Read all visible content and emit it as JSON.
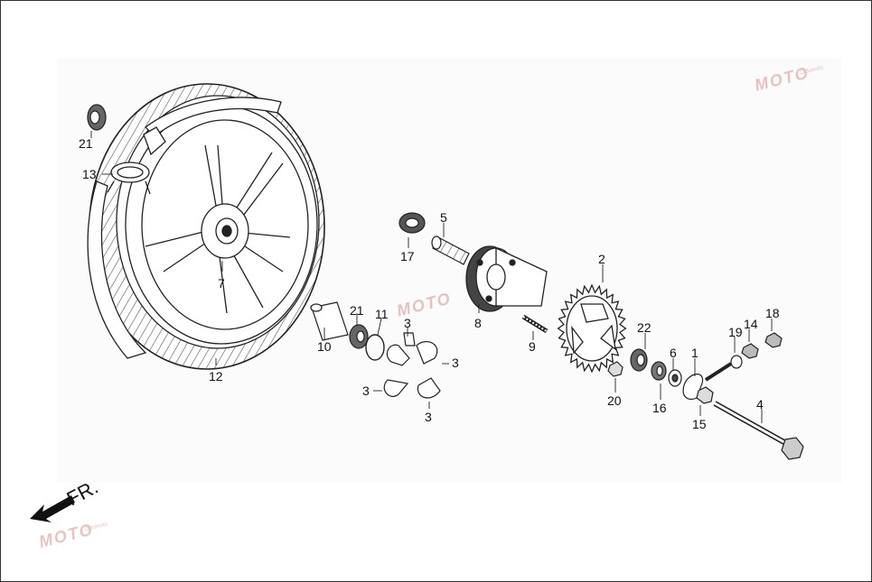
{
  "title": "",
  "direction_label": "FR.",
  "watermark": {
    "text": "MOTO",
    "subtext": "Oldomoto"
  },
  "colors": {
    "line": "#222222",
    "watermark": "#d9aaaa",
    "background": "#ffffff"
  },
  "callouts": [
    "21",
    "13",
    "7",
    "12",
    "5",
    "17",
    "8",
    "21",
    "11",
    "10",
    "3",
    "3",
    "3",
    "3",
    "9",
    "2",
    "22",
    "20",
    "6",
    "16",
    "1",
    "19",
    "14",
    "18",
    "15",
    "4"
  ]
}
